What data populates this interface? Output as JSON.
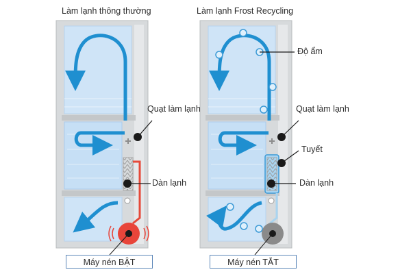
{
  "left_panel": {
    "title": "Làm lạnh thông thường",
    "labels": {
      "fan": "Quạt làm lạnh",
      "evaporator": "Dàn lạnh"
    },
    "compressor_status": "Máy nén BẬT"
  },
  "right_panel": {
    "title": "Làm lạnh Frost Recycling",
    "labels": {
      "humidity": "Độ ẩm",
      "fan": "Quạt làm lạnh",
      "frost": "Tuyết",
      "evaporator": "Dàn lạnh"
    },
    "compressor_status": "Máy nén TẮT"
  },
  "colors": {
    "fridge_wall": "#cfd2d4",
    "compartment": "#cfe4f7",
    "air_arrow": "#1f8fd0",
    "heat_line": "#e54a3a",
    "compressor_on": "#e8453a",
    "compressor_off": "#8a8a8a",
    "frost": "#a9d4f0"
  }
}
